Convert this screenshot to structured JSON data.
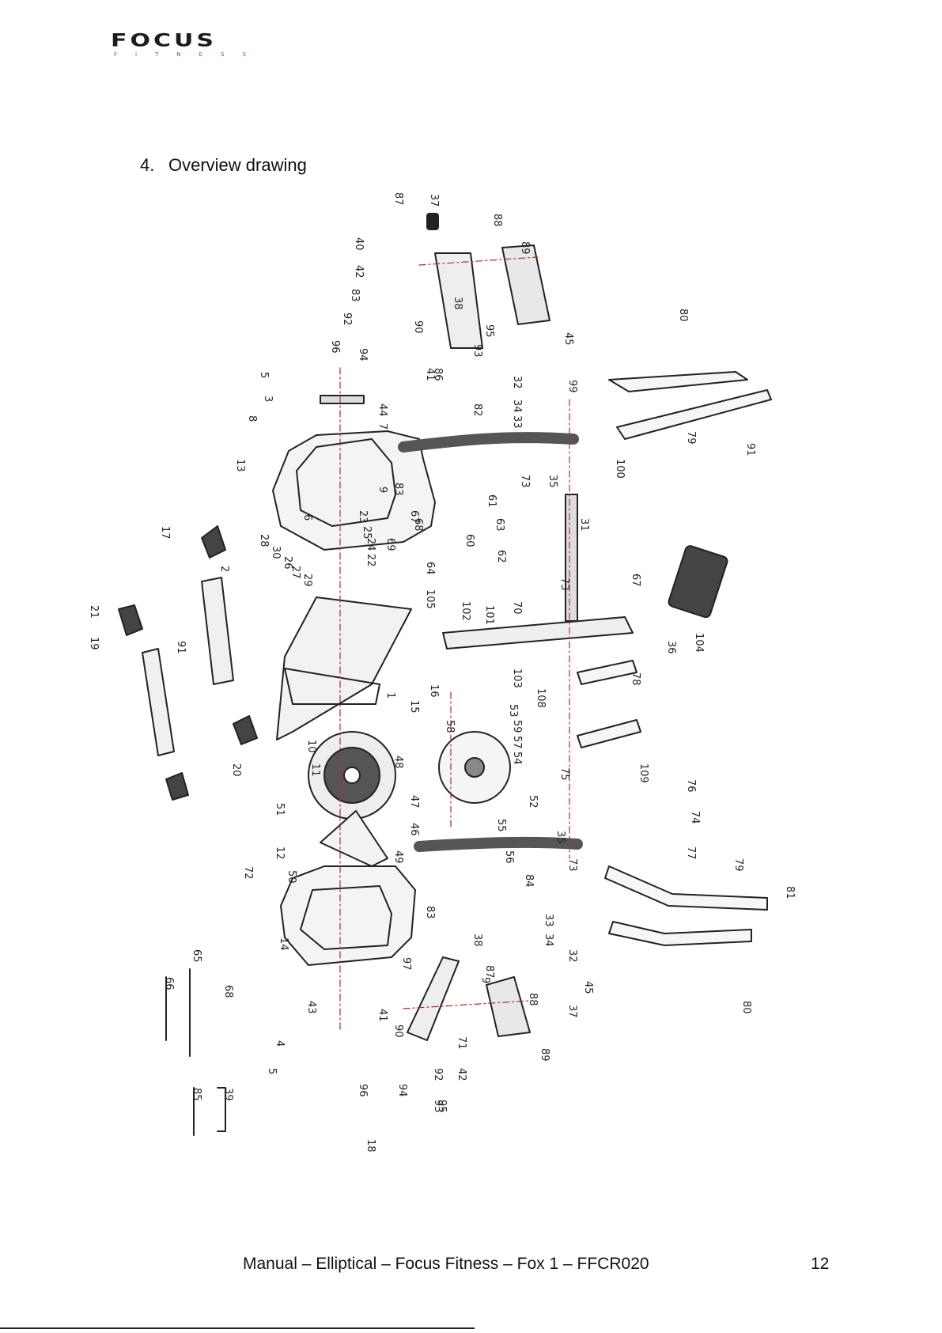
{
  "header": {
    "logo_text": "FOCUS",
    "logo_subtext": "FITNESS",
    "section_number": "4.",
    "section_title": "Overview drawing"
  },
  "drawing": {
    "part_labels": [
      "87",
      "37",
      "88",
      "89",
      "40",
      "42",
      "83",
      "92",
      "96",
      "94",
      "90",
      "38",
      "86",
      "93",
      "95",
      "41",
      "5",
      "3",
      "44",
      "8",
      "7",
      "13",
      "6",
      "9",
      "82",
      "32",
      "34",
      "33",
      "45",
      "99",
      "100",
      "73",
      "35",
      "80",
      "79",
      "91",
      "83",
      "61",
      "67",
      "68",
      "69",
      "60",
      "64",
      "63",
      "62",
      "31",
      "23",
      "25",
      "24",
      "22",
      "28",
      "30",
      "26",
      "27",
      "29",
      "17",
      "2",
      "21",
      "19",
      "103",
      "91",
      "105",
      "102",
      "101",
      "70",
      "73",
      "67",
      "104",
      "36",
      "1",
      "15",
      "16",
      "10",
      "11",
      "48",
      "53",
      "59",
      "57",
      "54",
      "58",
      "52",
      "47",
      "51",
      "46",
      "12",
      "49",
      "50",
      "55",
      "56",
      "108",
      "78",
      "75",
      "109",
      "76",
      "74",
      "77",
      "35",
      "73",
      "72",
      "14",
      "81",
      "79",
      "80",
      "84",
      "83",
      "33",
      "34",
      "32",
      "45",
      "38",
      "87",
      "97",
      "9",
      "43",
      "41",
      "90",
      "4",
      "5",
      "96",
      "94",
      "93",
      "92",
      "42",
      "95",
      "89",
      "88",
      "37",
      "71",
      "66",
      "65",
      "68",
      "85",
      "39",
      "18",
      "20"
    ]
  },
  "footer": {
    "title": "Manual – Elliptical – Focus Fitness – Fox 1 – FFCR020",
    "page_number": "12"
  }
}
